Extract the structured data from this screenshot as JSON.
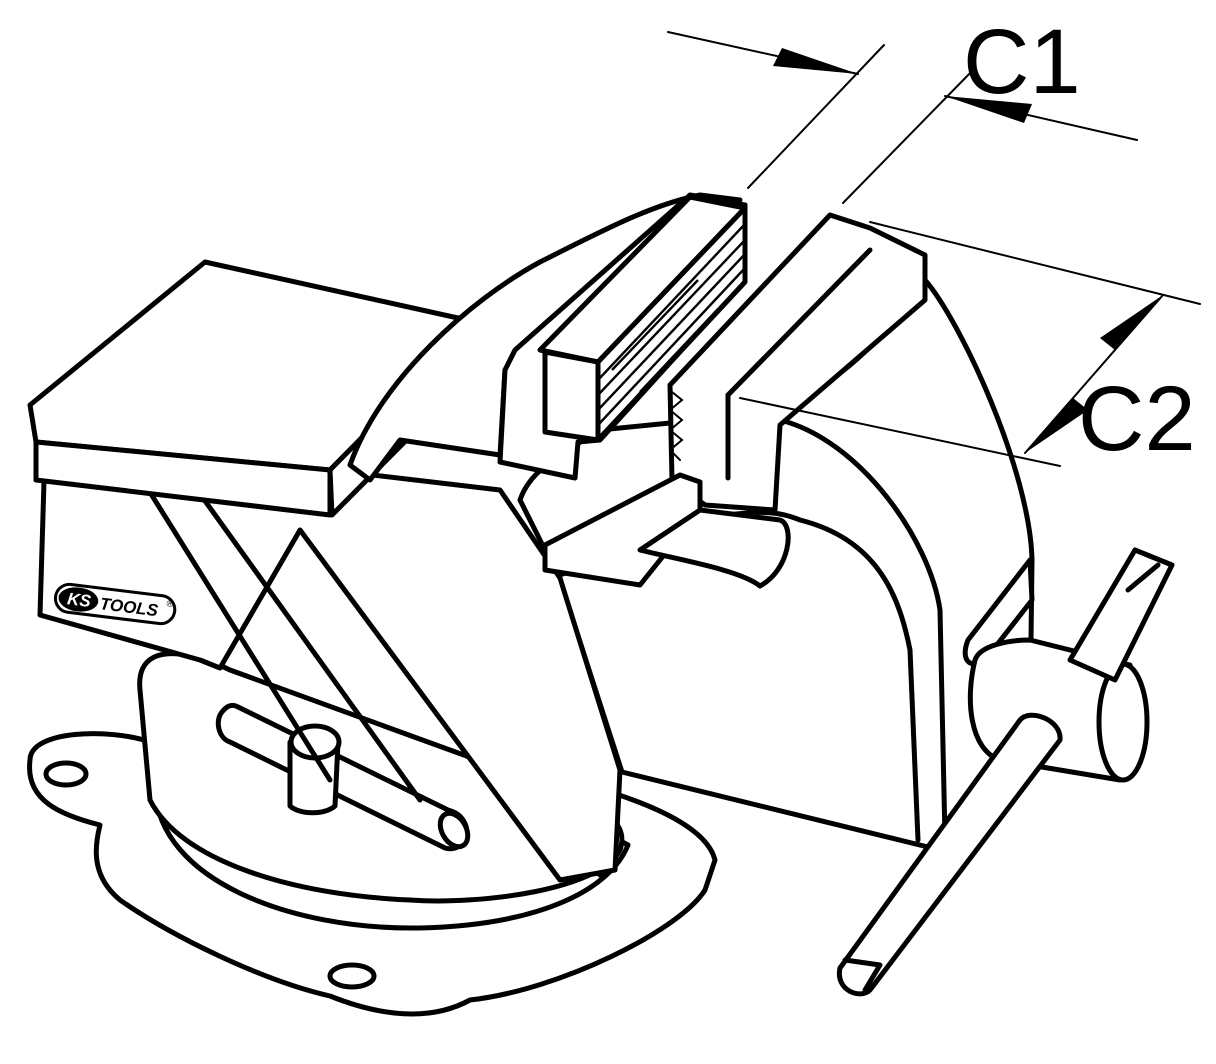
{
  "labels": {
    "c1": "C1",
    "c2": "C2"
  },
  "logo": {
    "brand_ks": "KS",
    "brand_tools": "TOOLS",
    "registered": "®"
  },
  "colors": {
    "line": "#000000",
    "background": "#ffffff"
  }
}
